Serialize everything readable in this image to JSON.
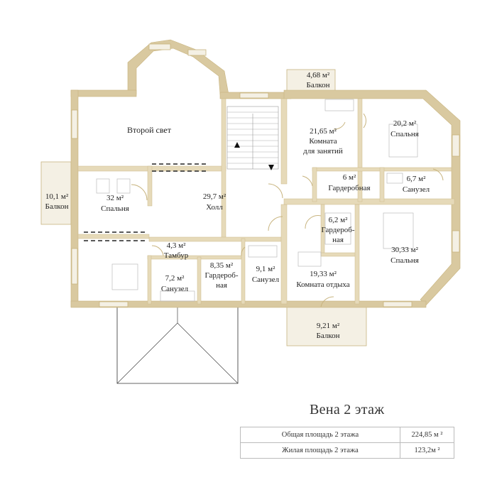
{
  "title": "Вена 2 этаж",
  "rooms": [
    {
      "id": "vtoroy-svet",
      "name": "Второй свет"
    },
    {
      "id": "balkon-top",
      "area": "4,68 м²",
      "name": "Балкон"
    },
    {
      "id": "komnata-zanyatiy",
      "area": "21,65 м²",
      "name1": "Комната",
      "name2": "для занятий"
    },
    {
      "id": "spalnya-ne",
      "area": "20,2 м²",
      "name": "Спальня"
    },
    {
      "id": "balkon-left",
      "area": "10,1 м²",
      "name": "Балкон"
    },
    {
      "id": "spalnya-w",
      "area": "32 м²",
      "name": "Спальня"
    },
    {
      "id": "holl",
      "area": "29,7 м²",
      "name": "Холл"
    },
    {
      "id": "garderob-1",
      "area": "6 м²",
      "name": "Гардеробная"
    },
    {
      "id": "sanuzel-ne",
      "area": "6,7 м²",
      "name": "Санузел"
    },
    {
      "id": "garderob-2",
      "area": "6,2 м²",
      "name1": "Гардероб-",
      "name2": "ная"
    },
    {
      "id": "spalnya-se",
      "area": "30,33 м²",
      "name": "Спальня"
    },
    {
      "id": "tambur",
      "area": "4,3 м²",
      "name": "Тамбур"
    },
    {
      "id": "garderob-3",
      "area": "8,35 м²",
      "name1": "Гардероб-",
      "name2": "ная"
    },
    {
      "id": "sanuzel-mid",
      "area": "9,1 м²",
      "name": "Санузел"
    },
    {
      "id": "sanuzel-sw",
      "area": "7,2 м²",
      "name": "Санузел"
    },
    {
      "id": "komnata-otdyha",
      "area": "19,33 м²",
      "name": "Комната отдыха"
    },
    {
      "id": "balkon-bottom",
      "area": "9,21 м²",
      "name": "Балкон"
    }
  ],
  "summary": [
    {
      "label": "Общая площадь 2 этажа",
      "value": "224,85 м ²"
    },
    {
      "label": "Жилая площадь 2 этажа",
      "value": "123,2м ²"
    }
  ]
}
